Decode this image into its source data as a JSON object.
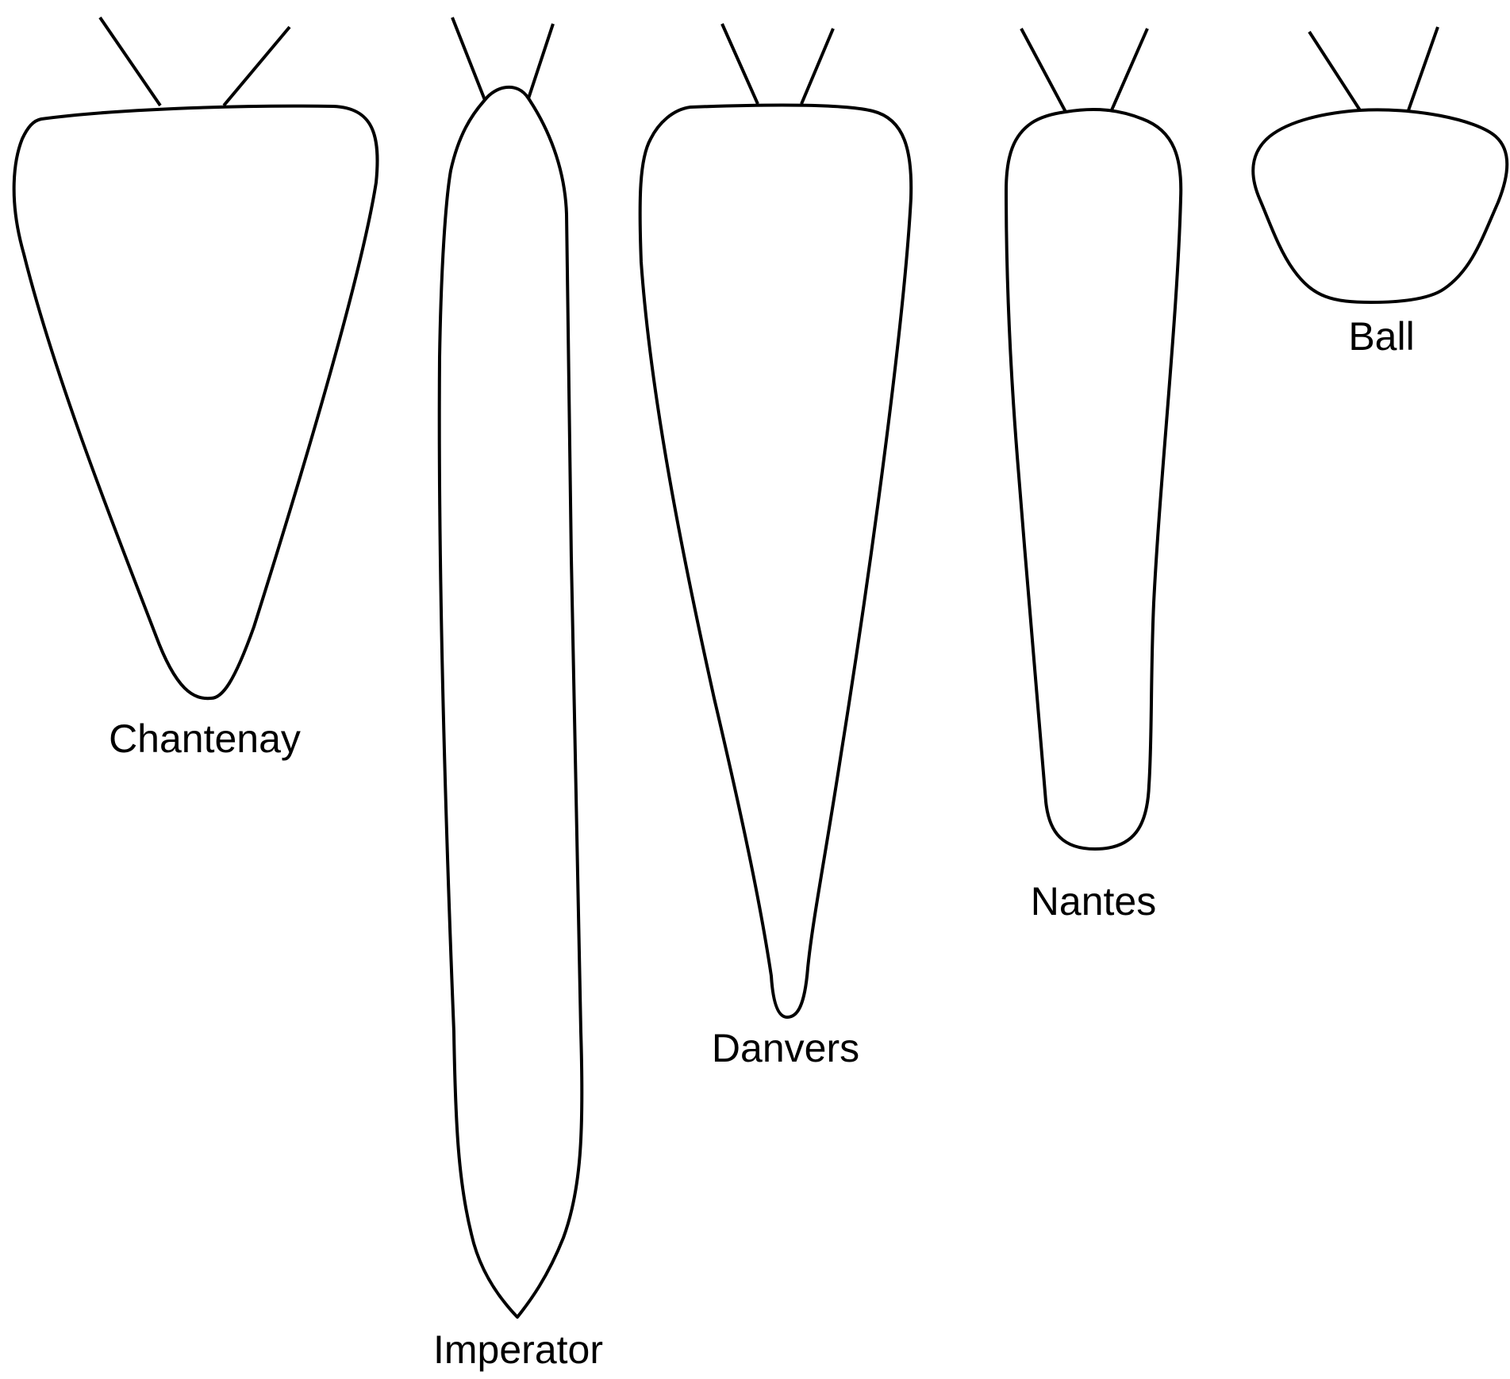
{
  "diagram": {
    "carrots": [
      {
        "id": "chantenay",
        "label": "Chantenay"
      },
      {
        "id": "imperator",
        "label": "Imperator"
      },
      {
        "id": "danvers",
        "label": "Danvers"
      },
      {
        "id": "nantes",
        "label": "Nantes"
      },
      {
        "id": "ball",
        "label": "Ball"
      }
    ]
  },
  "colors": {
    "outline": "#000000",
    "background": "#ffffff"
  }
}
